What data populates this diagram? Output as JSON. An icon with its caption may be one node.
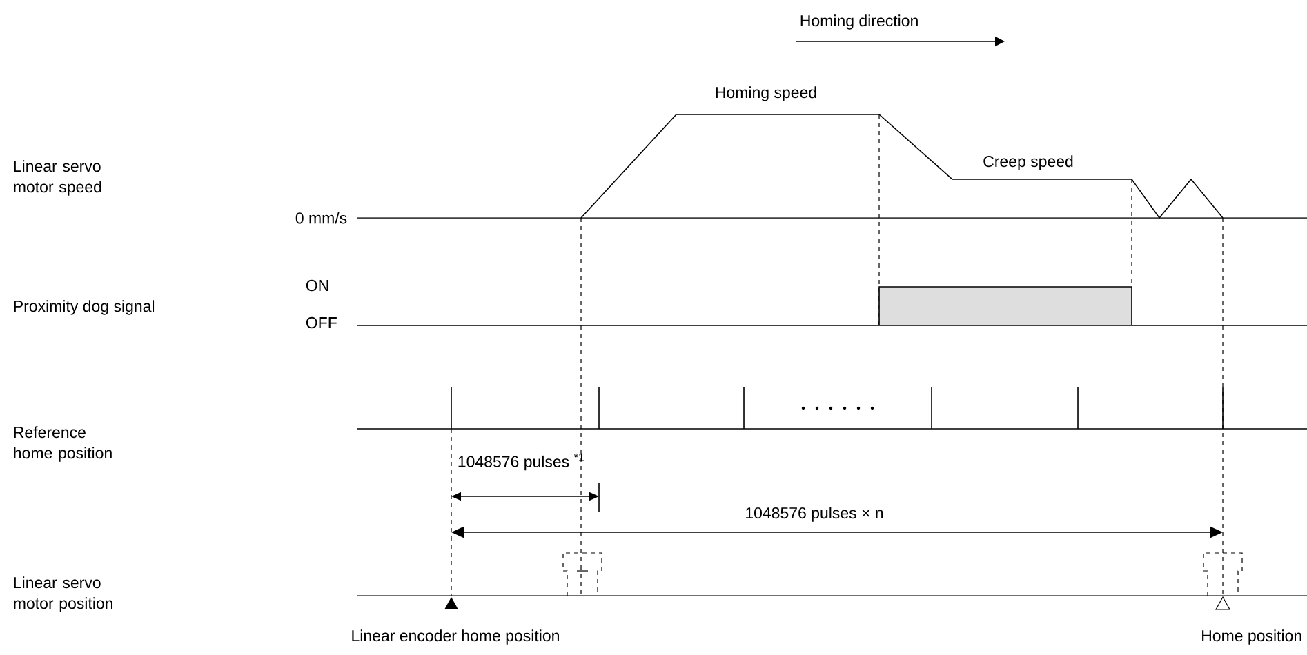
{
  "diagram": {
    "labels": [
      "Homing direction",
      "Homing speed",
      "Linear servo motor speed",
      "Creep speed",
      "0 mm/s",
      "ON",
      "Proximity dog signal",
      "OFF",
      "Reference home position",
      "1048576 pulses $^{*1}$",
      "1048576 pulses × n",
      "Linear servo motor position",
      "Linear encoder home position",
      "Home position"
    ]
  }
}
